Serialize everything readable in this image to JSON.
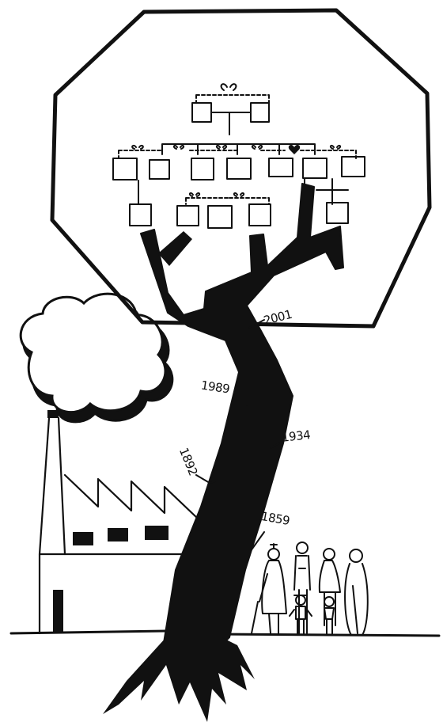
{
  "timeline": {
    "years": [
      "2001",
      "1989",
      "1934",
      "1892",
      "1859"
    ]
  },
  "colors": {
    "ink": "#111111",
    "paper": "#ffffff"
  },
  "icons": [
    "family-tree-icon",
    "factory-icon",
    "smoke-cloud-icon",
    "family-group-icon",
    "heart-icon"
  ]
}
